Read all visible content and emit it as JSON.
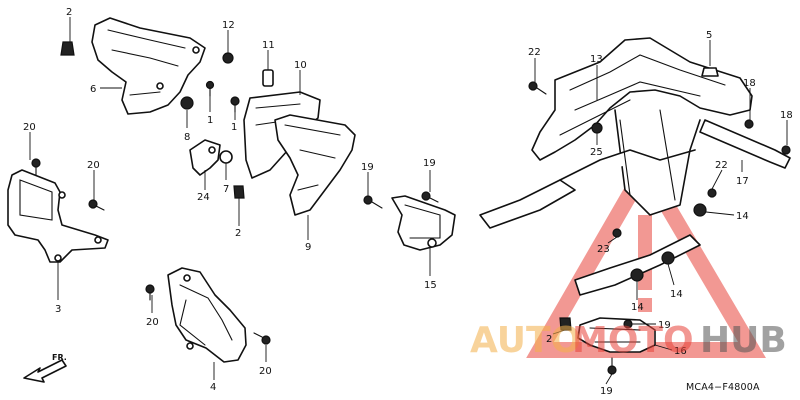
{
  "diagram": {
    "part_code": "MCA4−F4800A",
    "direction_label": "FR.",
    "callouts": [
      {
        "id": "c1",
        "label": "2"
      },
      {
        "id": "c2",
        "label": "6"
      },
      {
        "id": "c3",
        "label": "12"
      },
      {
        "id": "c4",
        "label": "11"
      },
      {
        "id": "c5",
        "label": "10"
      },
      {
        "id": "c6",
        "label": "8"
      },
      {
        "id": "c7",
        "label": "1"
      },
      {
        "id": "c8",
        "label": "1"
      },
      {
        "id": "c9",
        "label": "7"
      },
      {
        "id": "c10",
        "label": "24"
      },
      {
        "id": "c11",
        "label": "2"
      },
      {
        "id": "c12",
        "label": "9"
      },
      {
        "id": "c13",
        "label": "20"
      },
      {
        "id": "c14",
        "label": "20"
      },
      {
        "id": "c15",
        "label": "3"
      },
      {
        "id": "c16",
        "label": "20"
      },
      {
        "id": "c17",
        "label": "4"
      },
      {
        "id": "c18",
        "label": "20"
      },
      {
        "id": "c19",
        "label": "19"
      },
      {
        "id": "c20",
        "label": "19"
      },
      {
        "id": "c21",
        "label": "15"
      },
      {
        "id": "c22",
        "label": "22"
      },
      {
        "id": "c23",
        "label": "13"
      },
      {
        "id": "c24",
        "label": "5"
      },
      {
        "id": "c25",
        "label": "18"
      },
      {
        "id": "c26",
        "label": "18"
      },
      {
        "id": "c27",
        "label": "25"
      },
      {
        "id": "c28",
        "label": "22"
      },
      {
        "id": "c29",
        "label": "17"
      },
      {
        "id": "c30",
        "label": "14"
      },
      {
        "id": "c31",
        "label": "23"
      },
      {
        "id": "c32",
        "label": "14"
      },
      {
        "id": "c33",
        "label": "14"
      },
      {
        "id": "c34",
        "label": "2"
      },
      {
        "id": "c35",
        "label": "19"
      },
      {
        "id": "c36",
        "label": "16"
      },
      {
        "id": "c37",
        "label": "19"
      }
    ]
  },
  "watermark": {
    "part_auto": "AUTO",
    "part_moto": "MOTO",
    "part_hub": "HUB"
  }
}
